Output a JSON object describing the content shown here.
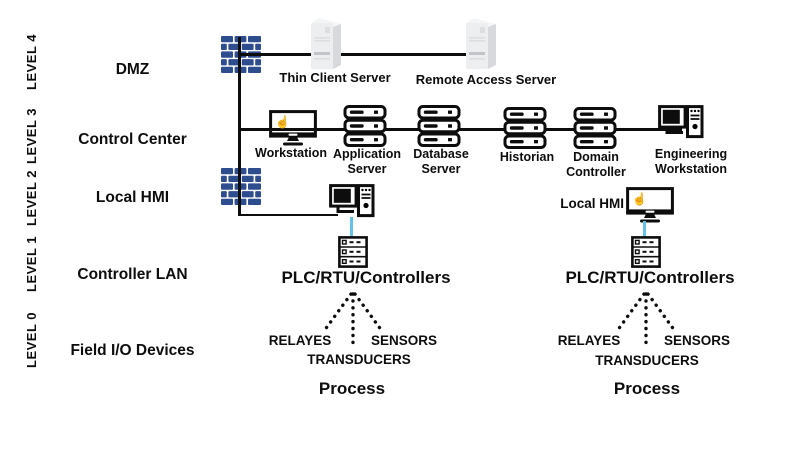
{
  "diagram": {
    "levels": [
      {
        "level": "LEVEL 4",
        "name": "DMZ"
      },
      {
        "level": "LEVEL 3",
        "name": "Control Center"
      },
      {
        "level": "LEVEL 2",
        "name": "Local HMI"
      },
      {
        "level": "LEVEL 1",
        "name": "Controller LAN"
      },
      {
        "level": "LEVEL 0",
        "name": "Field I/O Devices"
      }
    ],
    "dmz": {
      "thin_client_server": "Thin Client Server",
      "remote_access_server": "Remote Access Server"
    },
    "control_center": {
      "workstation": "Workstation",
      "application_server": "Application Server",
      "database_server": "Database Server",
      "historian": "Historian",
      "domain_controller": "Domain Controller",
      "engineering_workstation": "Engineering Workstation"
    },
    "hmi": {
      "local_hmi_label": "Local HMI"
    },
    "controller_lan": {
      "plc_label": "PLC/RTU/Controllers"
    },
    "field_io": {
      "relays": "RELAYES",
      "transducers": "TRANSDUCERS",
      "sensors": "SENSORS",
      "process": "Process"
    },
    "icons": {
      "firewall": "brick-wall-icon",
      "tower_server": "tower-server-icon",
      "server_rack": "server-rack-icon",
      "touch_monitor": "monitor-touch-icon",
      "desktop_computer": "desktop-computer-icon",
      "plc": "plc-rack-icon",
      "touch_glyph": "☝"
    },
    "colors": {
      "firewall_blue": "#2e4d8f",
      "line_black": "#0d0d0d",
      "hmi_link_cyan": "#66c3e8",
      "server_gray": "#eceef0"
    }
  }
}
